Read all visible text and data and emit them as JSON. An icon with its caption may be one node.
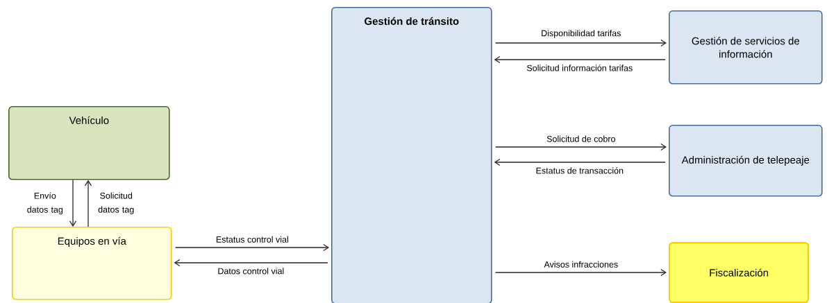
{
  "diagram": {
    "nodes": [
      {
        "text": [
          "Gestión de tránsito"
        ]
      },
      {
        "text": [
          "Gestión de servicios de información"
        ]
      },
      {
        "text": [
          "Administración de telepeaje"
        ]
      },
      {
        "text": [
          "Fiscalización"
        ]
      },
      {
        "text": [
          "Vehículo"
        ]
      },
      {
        "text": [
          "Equipos en vía"
        ]
      }
    ],
    "edges": [
      {
        "from": 0,
        "to": 1,
        "arrow": "to",
        "label": "Disponibilidad tarifas"
      },
      {
        "from": 1,
        "to": 0,
        "arrow": "to",
        "label": "Solicitud información tarifas"
      },
      {
        "from": 0,
        "to": 2,
        "arrow": "to",
        "label": "Solicitud de cobro"
      },
      {
        "from": 2,
        "to": 0,
        "arrow": "to",
        "label": "Estatus de transacción"
      },
      {
        "from": 0,
        "to": 3,
        "arrow": "to",
        "label": "Avisos infracciones"
      },
      {
        "from": 5,
        "to": 0,
        "arrow": "to",
        "label": "Estatus control vial"
      },
      {
        "from": 0,
        "to": 5,
        "arrow": "to",
        "label": "Datos control vial"
      },
      {
        "from": 4,
        "to": 5,
        "arrow": "to",
        "label": "Envío datos tag"
      },
      {
        "from": 5,
        "to": 4,
        "arrow": "to",
        "label": "Solicitud datos tag"
      }
    ]
  }
}
